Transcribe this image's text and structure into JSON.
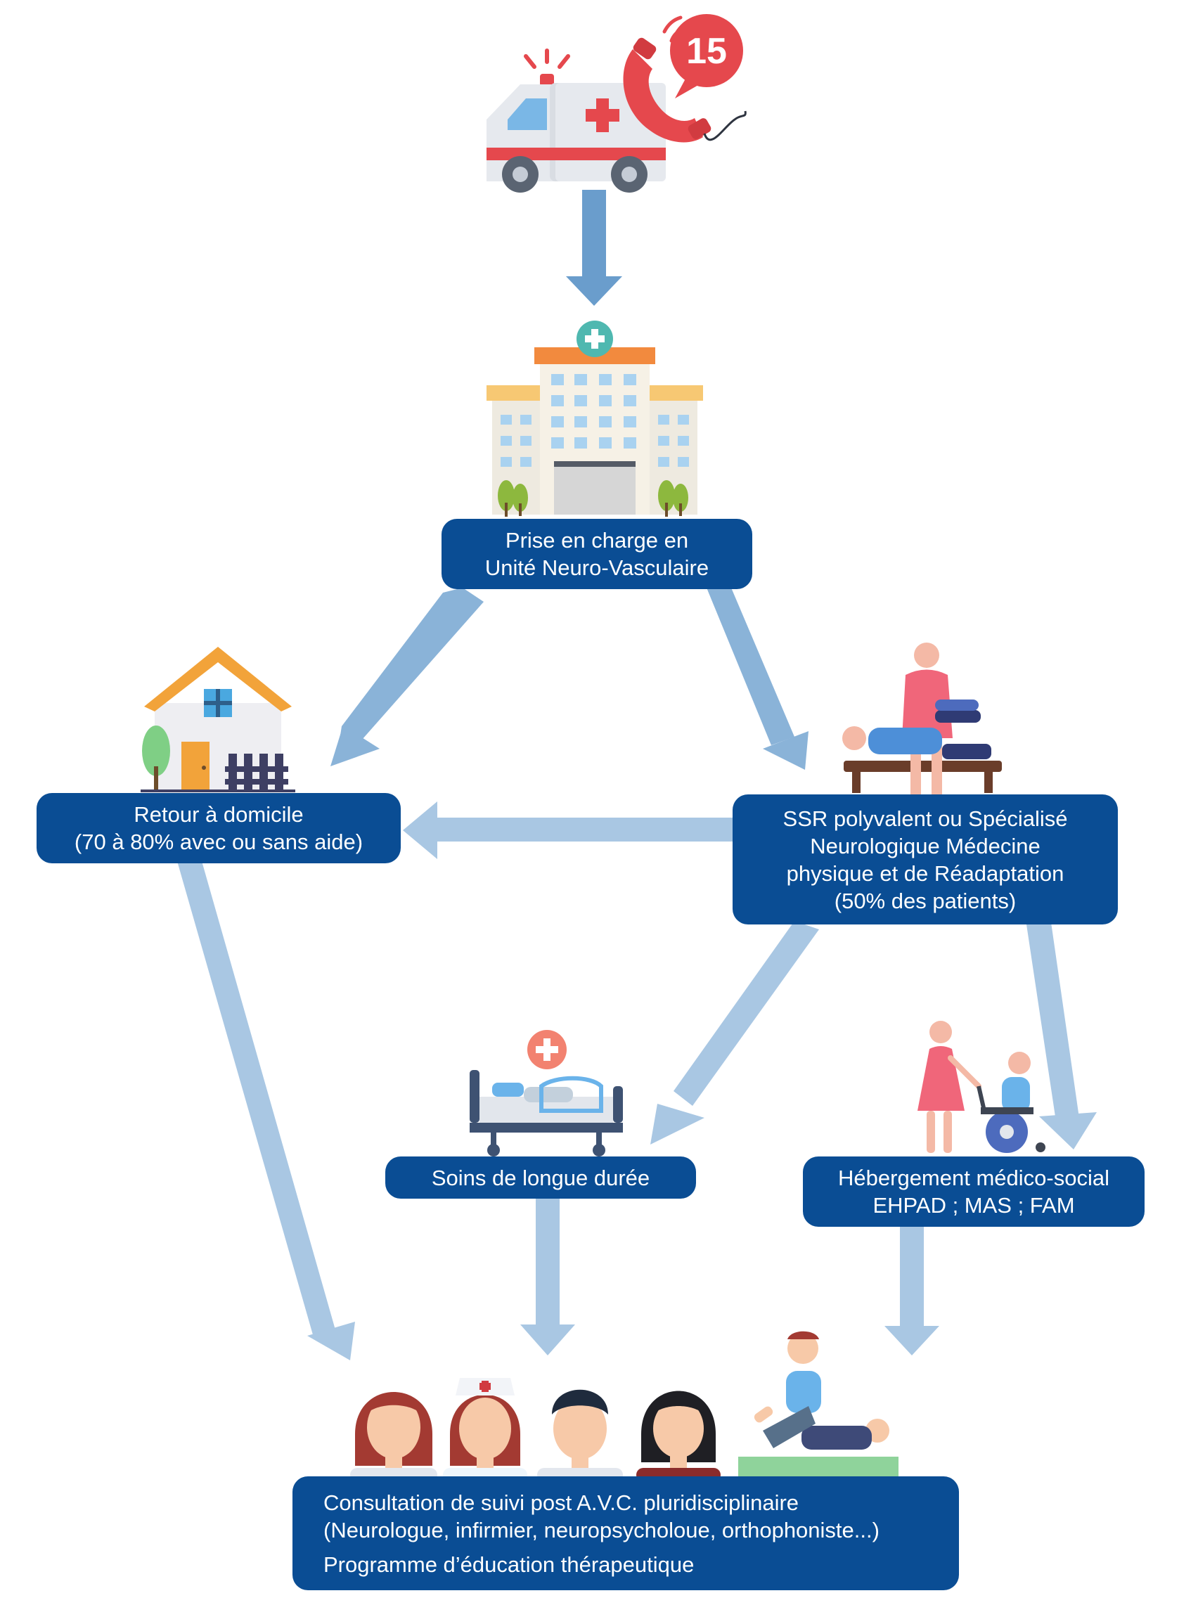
{
  "colors": {
    "box": "#0a4d94",
    "box_text": "#ffffff",
    "arrow_dark": "#6a9dcc",
    "arrow_mid": "#8ab3d8",
    "arrow_light": "#a9c7e3"
  },
  "icons": {
    "ambulance": "ambulance-icon",
    "phone": "emergency-phone-icon",
    "hospital": "hospital-icon",
    "house": "house-icon",
    "rehab": "physiotherapy-icon",
    "bed": "hospital-bed-icon",
    "wheelchair": "caregiver-wheelchair-icon",
    "team": "medical-team-icon"
  },
  "emergency": {
    "number": "15"
  },
  "nodes": {
    "unv": {
      "lines": [
        "Prise en charge en",
        "Unité Neuro-Vasculaire"
      ]
    },
    "home": {
      "lines": [
        "Retour à domicile",
        "(70 à 80% avec ou sans aide)"
      ]
    },
    "ssr": {
      "lines": [
        "SSR polyvalent ou Spécialisé",
        "Neurologique Médecine",
        "physique et de Réadaptation",
        "(50% des patients)"
      ]
    },
    "long_term": {
      "lines": [
        "Soins de longue durée"
      ]
    },
    "housing": {
      "lines": [
        "Hébergement médico-social",
        "EHPAD ; MAS ; FAM"
      ]
    },
    "followup": {
      "lines": [
        "Consultation de suivi post A.V.C. pluridisciplinaire",
        "(Neurologue, infirmier, neuropsycholoue, orthophoniste...)"
      ],
      "extra": "Programme d’éducation thérapeutique"
    }
  }
}
